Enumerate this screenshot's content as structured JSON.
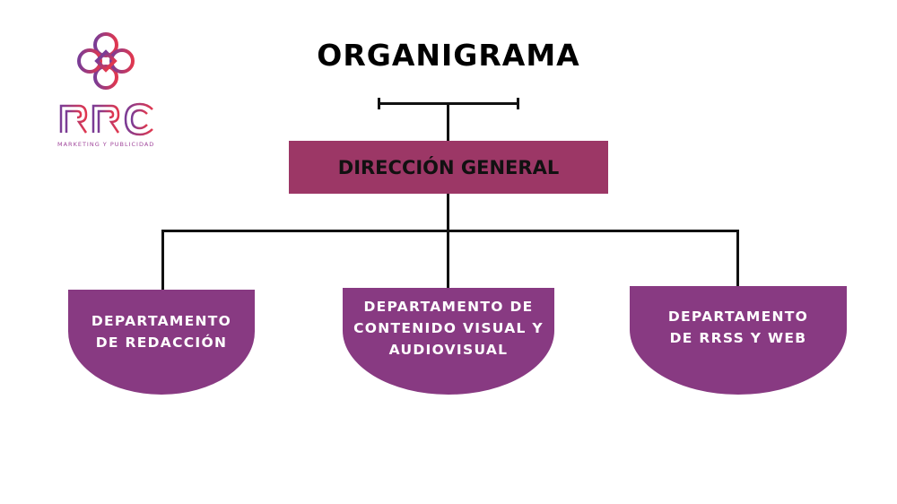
{
  "logo": {
    "brand": "RRC",
    "tagline": "MARKETING Y PUBLICIDAD",
    "colors": [
      "#7a3c96",
      "#e0374f"
    ]
  },
  "title": "ORGANIGRAMA",
  "top_node": {
    "label": "DIRECCIÓN GENERAL",
    "color": "#9c3766"
  },
  "departments": [
    {
      "lines": [
        "DEPARTAMENTO",
        "DE REDACCIÓN"
      ]
    },
    {
      "lines": [
        "DEPARTAMENTO DE",
        "CONTENIDO VISUAL Y",
        "AUDIOVISUAL"
      ]
    },
    {
      "lines": [
        "DEPARTAMENTO",
        "DE RRSS Y WEB"
      ]
    }
  ],
  "department_color": "#883a82"
}
